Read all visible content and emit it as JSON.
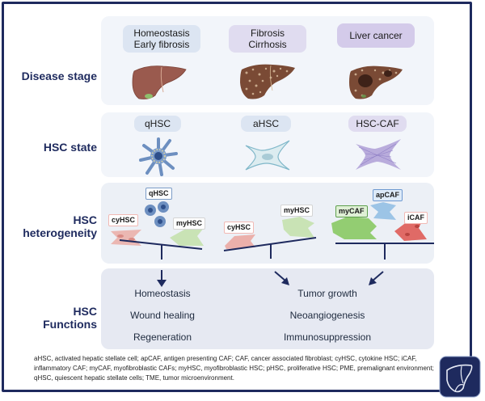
{
  "rows": {
    "disease_stage": "Disease stage",
    "hsc_state": "HSC state",
    "hsc_heterogeneity": [
      "HSC",
      "heterogeneity"
    ],
    "hsc_functions": [
      "HSC",
      "Functions"
    ]
  },
  "stages": [
    {
      "label_lines": [
        "Homeostasis",
        "Early fibrosis"
      ],
      "icon": "healthy-liver"
    },
    {
      "label_lines": [
        "Fibrosis",
        "Cirrhosis"
      ],
      "icon": "fibrotic-liver"
    },
    {
      "label_lines": [
        "Liver cancer"
      ],
      "icon": "cancerous-liver"
    }
  ],
  "states": [
    {
      "label": "qHSC",
      "icon": "quiescent-stellate-cell"
    },
    {
      "label": "aHSC",
      "icon": "activated-stellate-cell"
    },
    {
      "label": "HSC-CAF",
      "icon": "cancer-associated-fibroblast"
    }
  ],
  "heterogeneity": {
    "homeostasis": {
      "tags": [
        "cyHSC",
        "qHSC",
        "myHSC"
      ]
    },
    "fibrosis": {
      "tags": [
        "cyHSC",
        "myHSC"
      ]
    },
    "cancer": {
      "tags": [
        "myCAF",
        "apCAF",
        "iCAF"
      ]
    }
  },
  "functions": {
    "left": [
      "Homeostasis",
      "Wound healing",
      "Regeneration"
    ],
    "right": [
      "Tumor growth",
      "Neoangiogenesis",
      "Immunosuppression"
    ]
  },
  "footnote": [
    "aHSC, activated hepatic stellate cell; apCAF,  antigen presenting CAF; CAF,  cancer associated fibroblast;  cyHSC, cytokine HSC;  iCAF,",
    "inflammatory CAF;  myCAF, myofibroblastic  CAFs; myHSC, myofibroblastic HSC; pHSC, proliferative HSC; PME,  premalignant environment;",
    "qHSC, quiescent hepatic stellate cells; TME,  tumor microenvironment."
  ],
  "colors": {
    "navy": "#1e2a5e",
    "liver_healthy": "#9a5a4e",
    "liver_fibrotic": "#7a4a35",
    "qhsc_cell": "#6d8fc0",
    "ahsc_cell": "#cfe3ea",
    "caf_cell": "#b9acdc",
    "cyhsc_cell": "#ebb0ab",
    "myhsc_cell": "#c9e3b5",
    "mycaf_cell": "#93cd72",
    "apcaf_cell": "#9cc4e6",
    "icaf_cell": "#e06a66"
  },
  "logo": "liver-logo-icon"
}
